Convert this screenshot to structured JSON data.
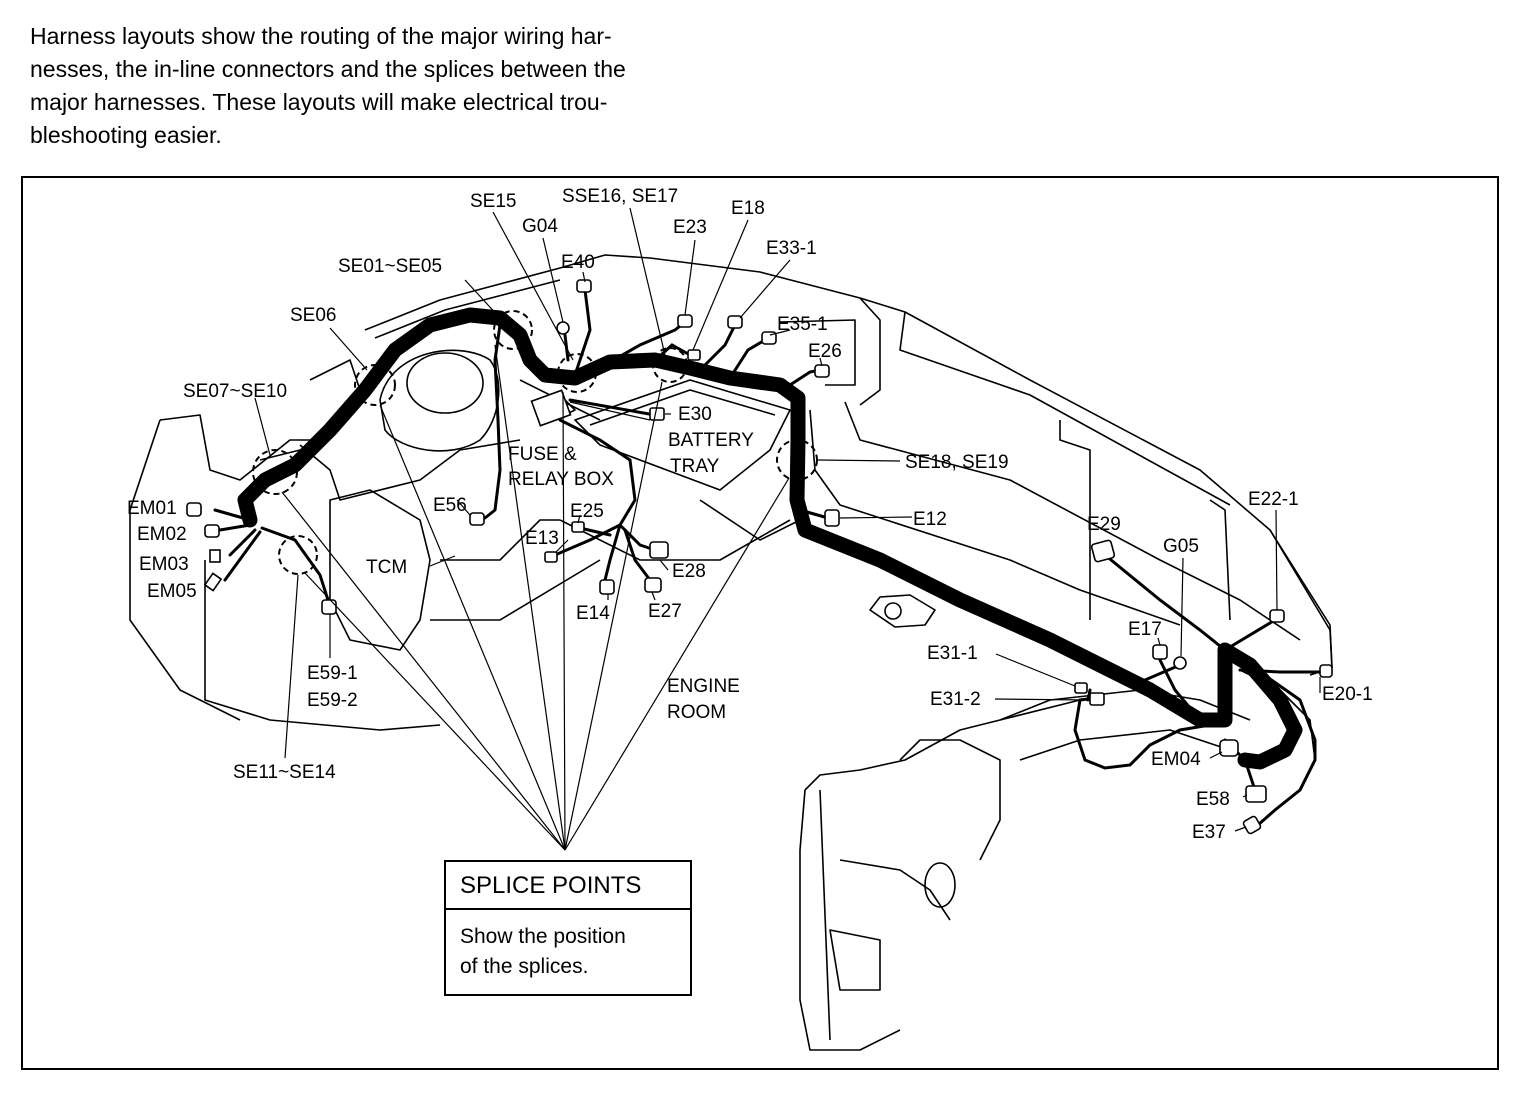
{
  "intro": {
    "lines": [
      "Harness layouts show the routing of the major wiring har-",
      "nesses, the in-line connectors and the splices between the",
      "major harnesses.  These layouts will make electrical trou-",
      "bleshooting easier."
    ]
  },
  "labels": {
    "se15": "SE15",
    "sse16_se17": "SSE16, SE17",
    "g04": "G04",
    "e23": "E23",
    "e18": "E18",
    "e33_1": "E33-1",
    "se01_se05": "SE01~SE05",
    "e40": "E40",
    "se06": "SE06",
    "e35_1": "E35-1",
    "e26": "E26",
    "se07_se10": "SE07~SE10",
    "e30": "E30",
    "battery": "BATTERY",
    "tray": "TRAY",
    "fuse": "FUSE &",
    "relay_box": "RELAY BOX",
    "se18_se19": "SE18, SE19",
    "em01": "EM01",
    "em02": "EM02",
    "em03": "EM03",
    "em05": "EM05",
    "e56": "E56",
    "e25": "E25",
    "e13": "E13",
    "e12": "E12",
    "e29": "E29",
    "e22_1": "E22-1",
    "g05": "G05",
    "tcm": "TCM",
    "e28": "E28",
    "e14": "E14",
    "e27": "E27",
    "e17": "E17",
    "e31_1": "E31-1",
    "e59_1": "E59-1",
    "e59_2": "E59-2",
    "engine": "ENGINE",
    "room": "ROOM",
    "e31_2": "E31-2",
    "e20_1": "E20-1",
    "em04": "EM04",
    "e58": "E58",
    "se11_se14": "SE11~SE14",
    "e37": "E37"
  },
  "legend": {
    "title": "SPLICE POINTS",
    "line1": "Show the position",
    "line2": "of the splices."
  }
}
